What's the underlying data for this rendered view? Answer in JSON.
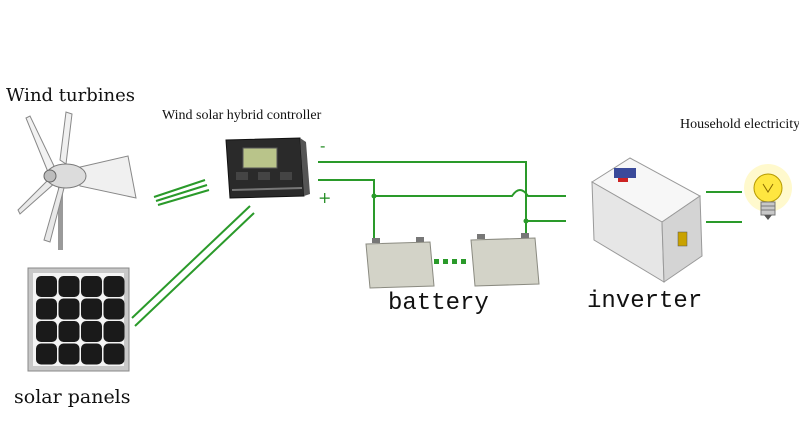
{
  "labels": {
    "wind_turbines": "Wind turbines",
    "controller": "Wind solar hybrid controller",
    "household": "Household electricity",
    "battery": "battery",
    "inverter": "inverter",
    "solar_panels": "solar panels",
    "minus": "-",
    "plus": "+"
  },
  "colors": {
    "wire": "#2a9a2a",
    "controller_body": "#2a2a2a",
    "controller_screen": "#b9c48a",
    "battery_body": "#d3d3c8",
    "inverter_body": "#eeeeee",
    "panel_cell": "#1a1a1a",
    "bulb_glow": "#ffe640"
  },
  "icons": [
    "wind-turbine-icon",
    "solar-panel-icon",
    "controller-icon",
    "battery-icon",
    "inverter-icon",
    "light-bulb-icon"
  ]
}
